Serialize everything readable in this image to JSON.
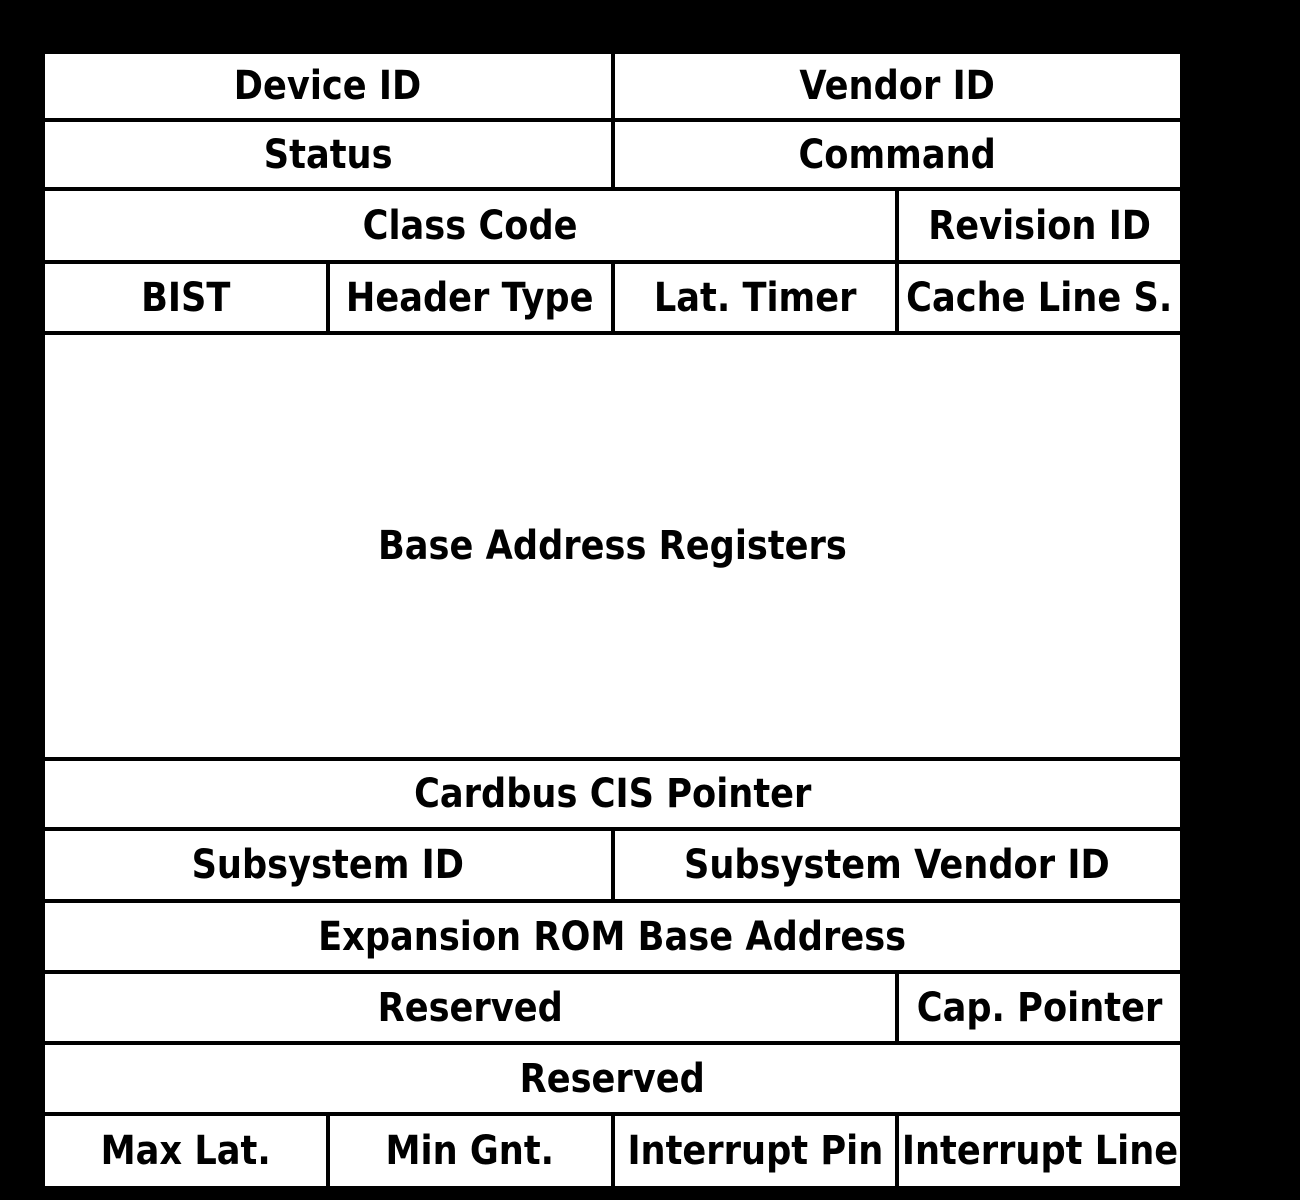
{
  "colors": {
    "background": "#000000",
    "cell_fill": "#ffffff",
    "border": "#000000",
    "text": "#000000"
  },
  "table": {
    "rows": [
      {
        "cells": [
          {
            "label": "Device ID",
            "span": 2
          },
          {
            "label": "Vendor ID",
            "span": 2
          }
        ]
      },
      {
        "cells": [
          {
            "label": "Status",
            "span": 2
          },
          {
            "label": "Command",
            "span": 2
          }
        ]
      },
      {
        "cells": [
          {
            "label": "Class Code",
            "span": 3
          },
          {
            "label": "Revision ID",
            "span": 1
          }
        ]
      },
      {
        "cells": [
          {
            "label": "BIST",
            "span": 1
          },
          {
            "label": "Header Type",
            "span": 1
          },
          {
            "label": "Lat. Timer",
            "span": 1
          },
          {
            "label": "Cache Line S.",
            "span": 1
          }
        ]
      },
      {
        "cells": [
          {
            "label": "Base Address Registers",
            "span": 4
          }
        ]
      },
      {
        "cells": [
          {
            "label": "Cardbus CIS Pointer",
            "span": 4
          }
        ]
      },
      {
        "cells": [
          {
            "label": "Subsystem ID",
            "span": 2
          },
          {
            "label": "Subsystem Vendor ID",
            "span": 2
          }
        ]
      },
      {
        "cells": [
          {
            "label": "Expansion ROM Base Address",
            "span": 4
          }
        ]
      },
      {
        "cells": [
          {
            "label": "Reserved",
            "span": 3
          },
          {
            "label": "Cap. Pointer",
            "span": 1
          }
        ]
      },
      {
        "cells": [
          {
            "label": "Reserved",
            "span": 4
          }
        ]
      },
      {
        "cells": [
          {
            "label": "Max Lat.",
            "span": 1
          },
          {
            "label": "Min Gnt.",
            "span": 1
          },
          {
            "label": "Interrupt Pin",
            "span": 1
          },
          {
            "label": "Interrupt Line",
            "span": 1
          }
        ]
      }
    ]
  }
}
